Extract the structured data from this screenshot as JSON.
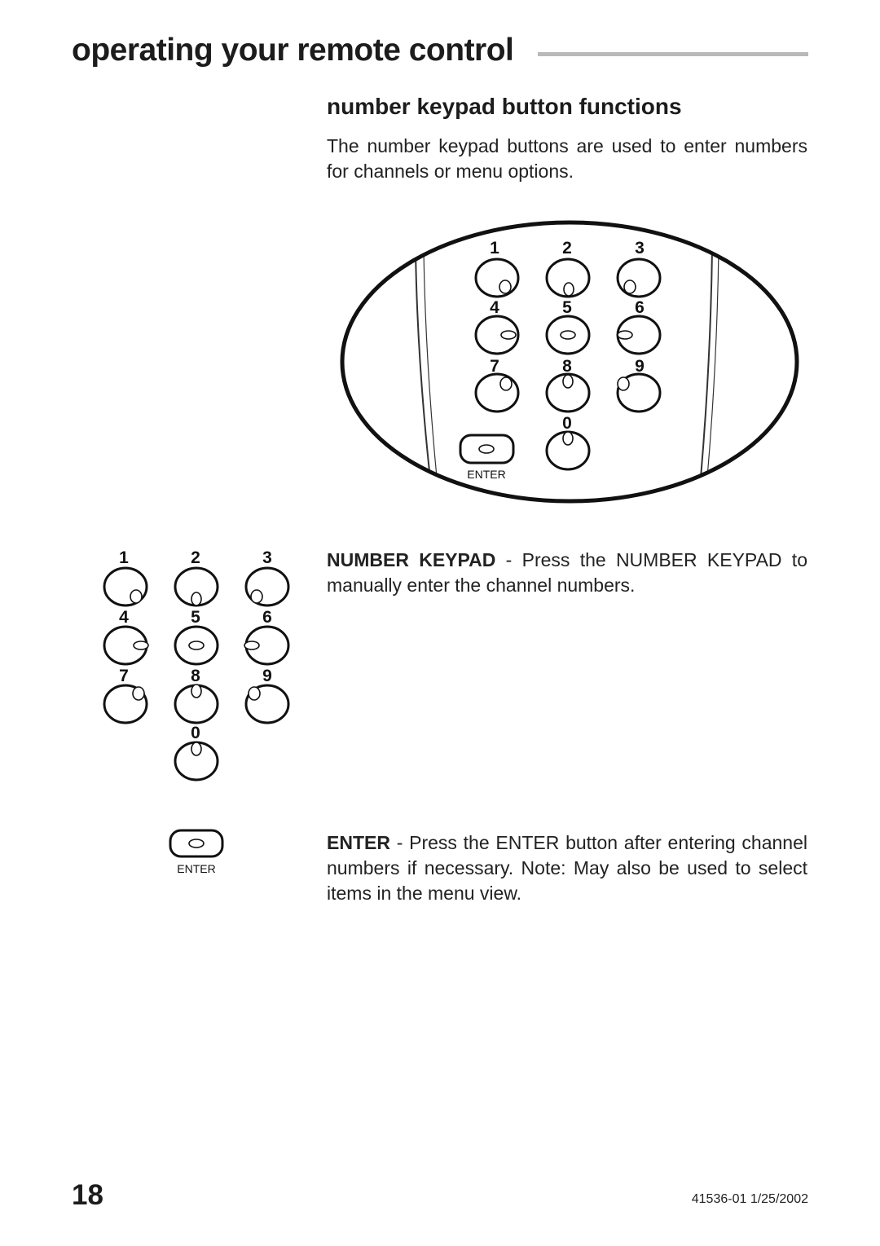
{
  "page": {
    "title": "operating your remote control",
    "section_heading": "number keypad button functions",
    "intro_text": "The number keypad buttons are used to enter numbers for channels or menu options.",
    "keypad_term": "NUMBER KEYPAD",
    "keypad_text": " - Press the NUMBER KEYPAD to manually enter the channel numbers.",
    "enter_term": "ENTER",
    "enter_text": " - Press the ENTER button after entering channel numbers if necessary.  Note:  May also be used to select items in the menu view.",
    "page_number": "18",
    "doc_code": "41536-01  1/25/2002"
  },
  "keypad": {
    "keys": [
      "1",
      "2",
      "3",
      "4",
      "5",
      "6",
      "7",
      "8",
      "9",
      "0"
    ],
    "enter_label": "ENTER"
  }
}
